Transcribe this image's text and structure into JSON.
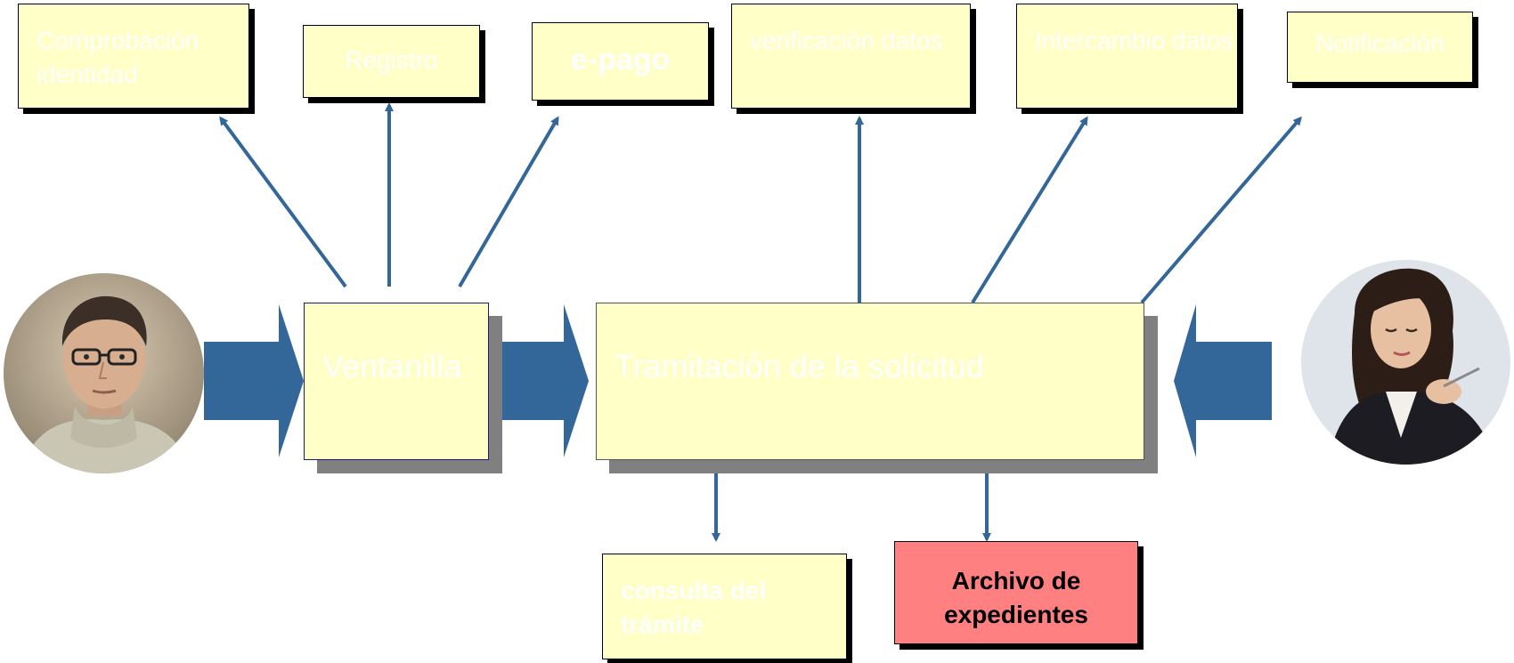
{
  "boxes": {
    "comprobacion": "Comprobación identidad",
    "registro": "Registro",
    "epago": "e-pago",
    "verificacion": "verificación datos",
    "intercambio": "Intercambio datos",
    "notificacion": "Notificación",
    "ventanilla": "Ventanilla",
    "tramitacion": "Tramitación de la solicitud",
    "consulta": "consulta del trámite",
    "archivo": "Archivo de expedientes"
  },
  "icons": {
    "citizen": "citizen-avatar",
    "officer": "officer-avatar"
  },
  "colors": {
    "box_fill": "#ffffc8",
    "archive_fill": "#ff8080",
    "arrow": "#336699"
  }
}
